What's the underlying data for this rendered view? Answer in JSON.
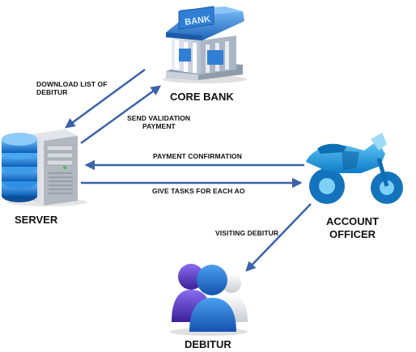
{
  "nodes": {
    "core_bank": {
      "label": "CORE BANK",
      "sign": "BANK"
    },
    "server": {
      "label": "SERVER"
    },
    "account_officer": {
      "label_line1": "ACCOUNT",
      "label_line2": "OFFICER"
    },
    "debitur": {
      "label": "DEBITUR"
    }
  },
  "edges": {
    "download": {
      "line1": "DOWNLOAD LIST OF",
      "line2": "DEBITUR"
    },
    "send_validation": {
      "line1": "SEND VALIDATION",
      "line2": "PAYMENT"
    },
    "payment_confirmation": {
      "label": "PAYMENT CONFIRMATION"
    },
    "give_tasks": {
      "label": "GIVE TASKS FOR EACH AO"
    },
    "visiting": {
      "label": "VISITING DEBITUR"
    }
  },
  "colors": {
    "arrow": "#3b62a8",
    "bank": "#2f7fd6",
    "server_blue": "#1f7fe0",
    "motorbike": "#1e9be0",
    "person_front": "#1c6fd3",
    "person_back": "#5a3dc0",
    "person_side": "#e8e8e8"
  },
  "icons": [
    "bank-icon",
    "server-icon",
    "motorbike-icon",
    "people-icon"
  ]
}
